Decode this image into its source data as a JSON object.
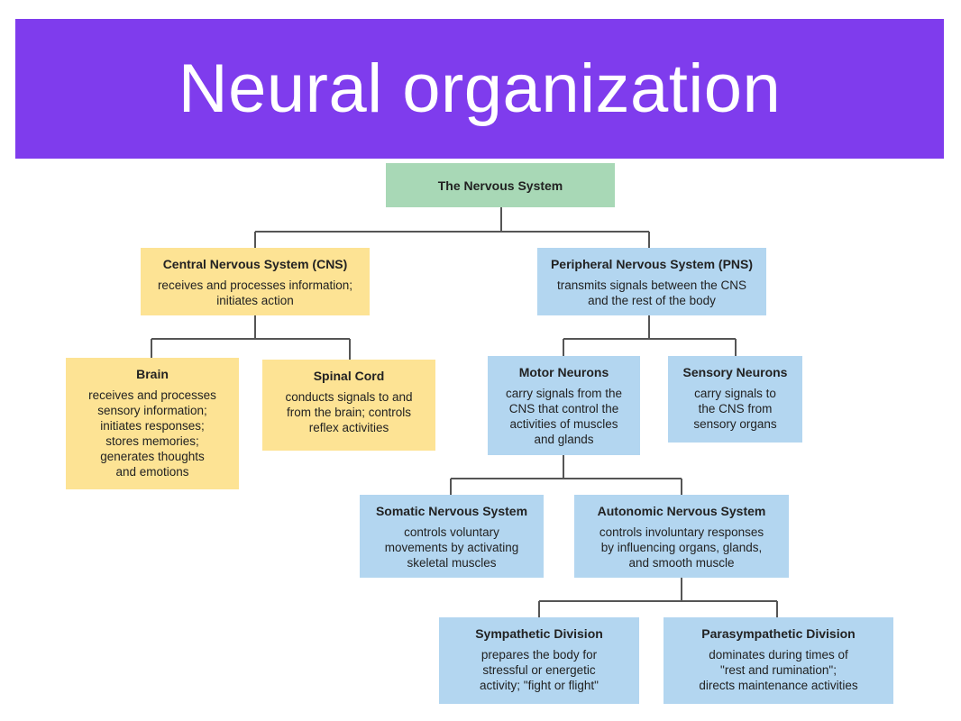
{
  "title": "Neural organization",
  "colors": {
    "title_bar": "#7f3ced",
    "root": "#a8d8b6",
    "cns_branch": "#fde394",
    "pns_branch": "#b3d6f0",
    "connector": "#555555"
  },
  "diagram": {
    "root": {
      "title": "The Nervous System"
    },
    "cns": {
      "title": "Central Nervous System (CNS)",
      "desc": "receives and processes information;\ninitiates action"
    },
    "pns": {
      "title": "Peripheral Nervous System (PNS)",
      "desc": "transmits signals between the CNS\nand the rest of the body"
    },
    "brain": {
      "title": "Brain",
      "desc": "receives and processes\nsensory information;\ninitiates responses;\nstores memories;\ngenerates thoughts\nand emotions"
    },
    "spinal": {
      "title": "Spinal Cord",
      "desc": "conducts signals to and\nfrom the brain; controls\nreflex activities"
    },
    "motor": {
      "title": "Motor Neurons",
      "desc": "carry signals from the\nCNS that control the\nactivities of muscles\nand glands"
    },
    "sensory": {
      "title": "Sensory Neurons",
      "desc": "carry signals to\nthe CNS from\nsensory organs"
    },
    "somatic": {
      "title": "Somatic Nervous System",
      "desc": "controls voluntary\nmovements by activating\nskeletal muscles"
    },
    "autonomic": {
      "title": "Autonomic Nervous System",
      "desc": "controls involuntary responses\nby influencing organs, glands,\nand smooth muscle"
    },
    "sympathetic": {
      "title": "Sympathetic Division",
      "desc": "prepares the body for\nstressful or energetic\nactivity; \"fight or flight\""
    },
    "parasympathetic": {
      "title": "Parasympathetic Division",
      "desc": "dominates during times of\n\"rest and rumination\";\ndirects maintenance activities"
    }
  }
}
